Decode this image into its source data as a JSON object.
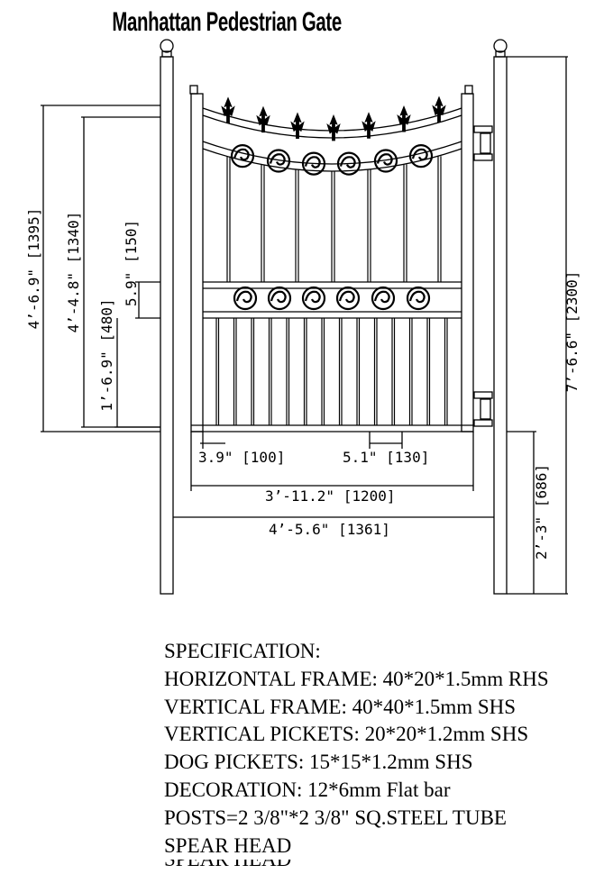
{
  "title": "Manhattan Pedestrian Gate",
  "dimensions": {
    "h_1395": "4’-6.9\" [1395]",
    "h_1340": "4’-4.8\" [1340]",
    "h_150": "5.9\" [150]",
    "h_480": "1’-6.9\" [480]",
    "h_2300": "7’-6.6\" [2300]",
    "h_686": "2’-3\" [686]",
    "w_100": "3.9\" [100]",
    "w_130": "5.1\" [130]",
    "w_1200": "3’-11.2\" [1200]",
    "w_1361": "4’-5.6\" [1361]"
  },
  "specification": {
    "heading": "SPECIFICATION:",
    "lines": [
      "HORIZONTAL FRAME: 40*20*1.5mm RHS",
      "VERTICAL FRAME: 40*40*1.5mm SHS",
      "VERTICAL PICKETS: 20*20*1.2mm SHS",
      "DOG PICKETS: 15*15*1.2mm SHS",
      "DECORATION: 12*6mm Flat bar",
      "POSTS=2 3/8\"*2 3/8\" SQ.STEEL TUBE",
      "SPEAR HEAD"
    ],
    "cut_line": "SPEAR HEAD"
  }
}
